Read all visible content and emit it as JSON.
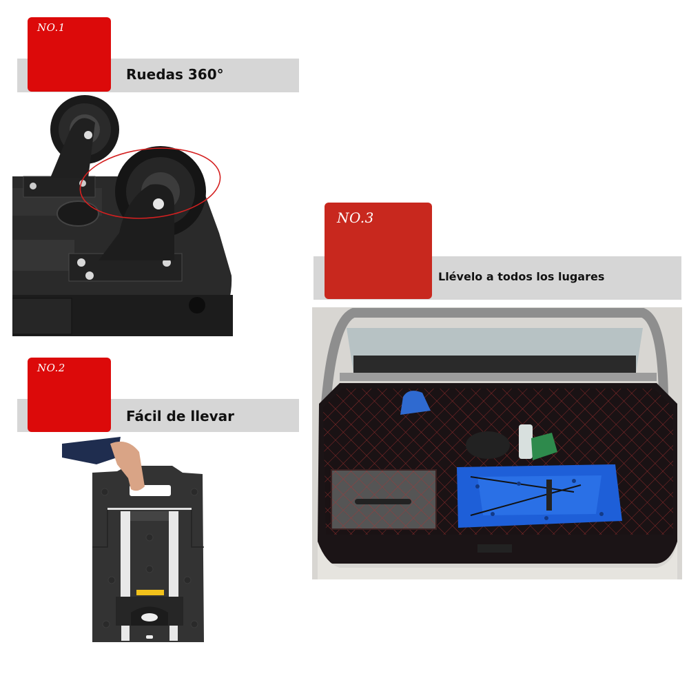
{
  "sections": [
    {
      "badge": "NO.1",
      "title": "Ruedas 360°",
      "photo_subject": "Close-up of two black swivel caster wheels on cart base, one highlighted with red ellipse"
    },
    {
      "badge": "NO.2",
      "title": "Fácil de llevar",
      "photo_subject": "Hand carrying folded black hand truck by top handle"
    },
    {
      "badge": "NO.3",
      "title": "Llévelo a todos los lugares",
      "photo_subject": "Open car trunk with diamond-quilted organizer and folded blue hand truck"
    }
  ],
  "colors": {
    "badge_red": "#dc0a0a",
    "badge_red_alt": "#c8281e",
    "bar_grey": "#d6d6d6",
    "highlight_ring": "#d42020",
    "cart_black": "#2b2b2b",
    "cart_blue": "#1e5fd8"
  }
}
